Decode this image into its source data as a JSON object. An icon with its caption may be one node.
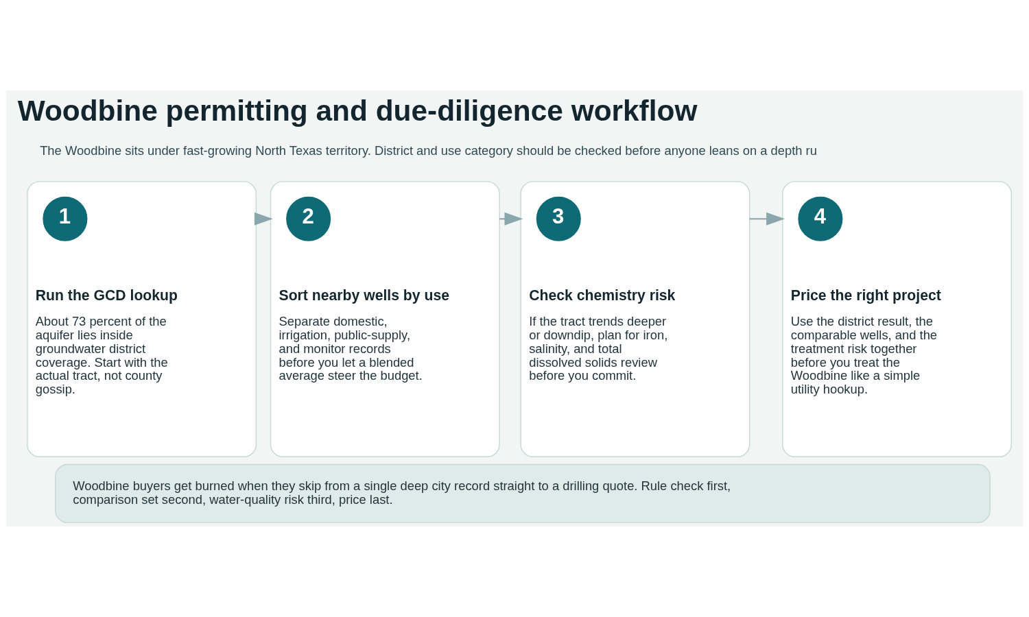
{
  "diagram": {
    "title": "Woodbine permitting and due-diligence workflow",
    "nodes": [
      {
        "text": [
          "Run the GCD lookup",
          "About 73 percent of the aquifer lies inside groundwater district coverage. Start with the actual tract, not county gossip."
        ]
      },
      {
        "text": [
          "1"
        ],
        "in": 0
      },
      {
        "text": [
          "Sort nearby wells by use",
          "Separate domestic, irrigation, public-supply, and monitor records before you let a blended average steer the budget."
        ]
      },
      {
        "text": [
          "2"
        ],
        "in": 2
      },
      {
        "text": [
          "Check chemistry risk",
          "If the tract trends deeper or downdip, plan for iron, salinity, and total dissolved solids review before you commit."
        ]
      },
      {
        "text": [
          "3"
        ],
        "in": 4
      },
      {
        "text": [
          "Price the right project",
          "Use the district result, the comparable wells, and the treatment risk together before you treat the Woodbine like a simple utility hookup."
        ]
      },
      {
        "text": [
          "4"
        ],
        "in": 6
      },
      {
        "text": [
          "Woodbine buyers get burned when they skip from a single deep city record straight to a drilling quote. Rule check first, comparison set second, water-quality risk third, price last."
        ]
      }
    ],
    "edges": [
      {
        "from": 0,
        "to": 2,
        "arrow": "to"
      },
      {
        "from": 2,
        "to": 4,
        "arrow": "to"
      },
      {
        "from": 4,
        "to": 6,
        "arrow": "to"
      }
    ],
    "labels": [
      "The Woodbine sits under fast-growing North Texas territory. District and use category should be checked before anyone leans on a depth ru"
    ]
  }
}
